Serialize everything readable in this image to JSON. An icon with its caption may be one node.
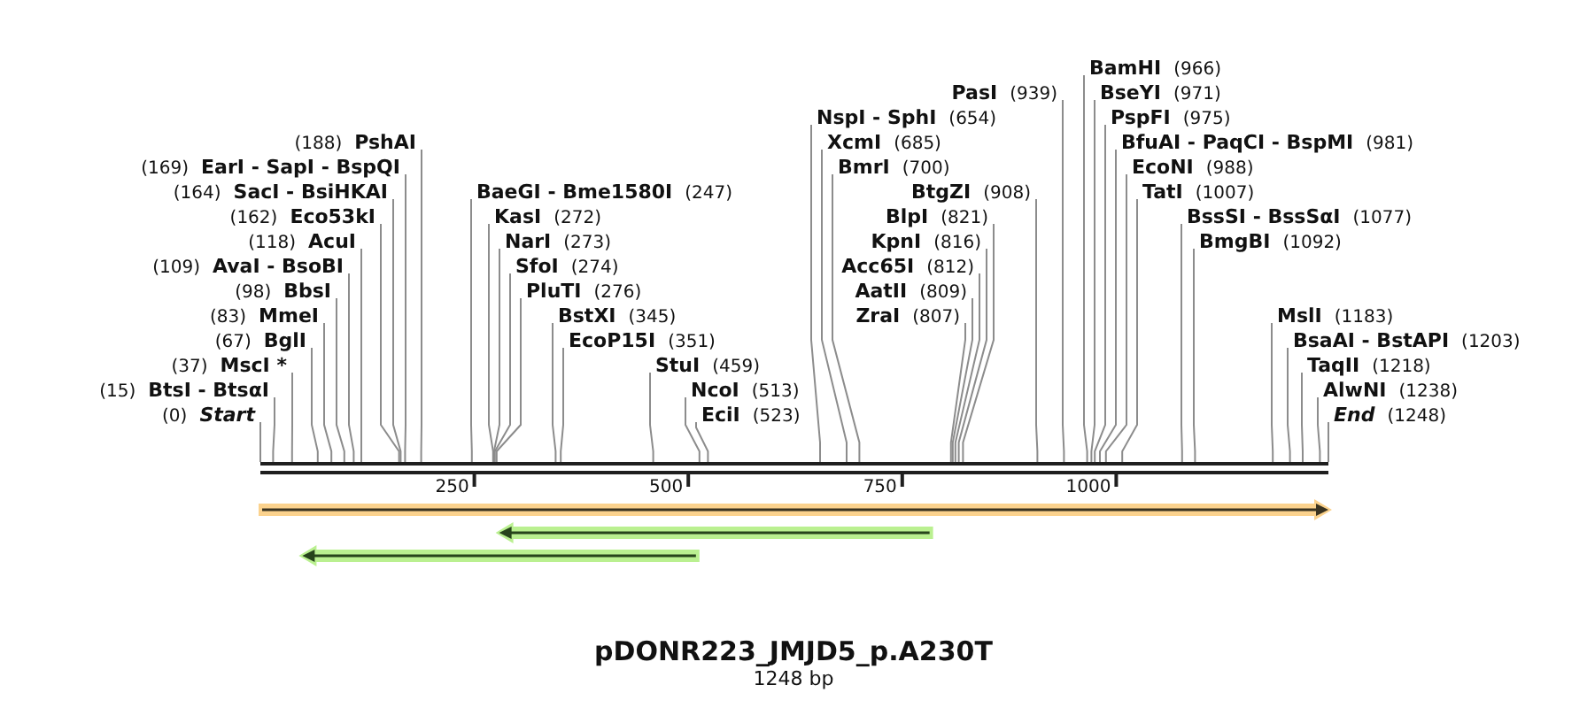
{
  "diagram": {
    "title": "pDONR223_JMJD5_p.A230T",
    "nodes": [
      {
        "text": [
          "(0)",
          "Start"
        ]
      },
      {
        "text": [
          "(15)",
          "BtsI - BtsαI"
        ]
      },
      {
        "text": [
          "(37)",
          "MscI *"
        ]
      },
      {
        "text": [
          "(67)",
          "BglI"
        ]
      },
      {
        "text": [
          "(83)",
          "MmeI"
        ]
      },
      {
        "text": [
          "(98)",
          "BbsI"
        ]
      },
      {
        "text": [
          "(109)",
          "AvaI - BsoBI"
        ]
      },
      {
        "text": [
          "(118)",
          "AcuI"
        ]
      },
      {
        "text": [
          "(162)",
          "Eco53kI"
        ]
      },
      {
        "text": [
          "(164)",
          "SacI - BsiHKAI"
        ]
      },
      {
        "text": [
          "(169)",
          "EarI - SapI - BspQI"
        ]
      },
      {
        "text": [
          "(188)",
          "PshAI"
        ]
      },
      {
        "text": [
          "BaeGI - Bme1580I",
          "(247)"
        ]
      },
      {
        "text": [
          "KasI",
          "(272)"
        ]
      },
      {
        "text": [
          "NarI",
          "(273)"
        ]
      },
      {
        "text": [
          "SfoI",
          "(274)"
        ]
      },
      {
        "text": [
          "PluTI",
          "(276)"
        ]
      },
      {
        "text": [
          "BstXI",
          "(345)"
        ]
      },
      {
        "text": [
          "EcoP15I",
          "(351)"
        ]
      },
      {
        "text": [
          "StuI",
          "(459)"
        ]
      },
      {
        "text": [
          "NcoI",
          "(513)"
        ]
      },
      {
        "text": [
          "EciI",
          "(523)"
        ]
      },
      {
        "text": [
          "NspI - SphI",
          "(654)"
        ]
      },
      {
        "text": [
          "XcmI",
          "(685)"
        ]
      },
      {
        "text": [
          "BmrI",
          "(700)"
        ]
      },
      {
        "text": [
          "ZraI",
          "(807)"
        ]
      },
      {
        "text": [
          "AatII",
          "(809)"
        ]
      },
      {
        "text": [
          "Acc65I",
          "(812)"
        ]
      },
      {
        "text": [
          "KpnI",
          "(816)"
        ]
      },
      {
        "text": [
          "BlpI",
          "(821)"
        ]
      },
      {
        "text": [
          "BtgZI",
          "(908)"
        ]
      },
      {
        "text": [
          "PasI",
          "(939)"
        ]
      },
      {
        "text": [
          "BamHI",
          "(966)"
        ]
      },
      {
        "text": [
          "BseYI",
          "(971)"
        ]
      },
      {
        "text": [
          "PspFI",
          "(975)"
        ]
      },
      {
        "text": [
          "BfuAI - PaqCI - BspMI",
          "(981)"
        ]
      },
      {
        "text": [
          "EcoNI",
          "(988)"
        ]
      },
      {
        "text": [
          "TatI",
          "(1007)"
        ]
      },
      {
        "text": [
          "BssSI - BssSαI",
          "(1077)"
        ]
      },
      {
        "text": [
          "BmgBI",
          "(1092)"
        ]
      },
      {
        "text": [
          "MslI",
          "(1183)"
        ]
      },
      {
        "text": [
          "BsaAI - BstAPI",
          "(1203)"
        ]
      },
      {
        "text": [
          "TaqII",
          "(1218)"
        ]
      },
      {
        "text": [
          "AlwNI",
          "(1238)"
        ]
      },
      {
        "text": [
          "End",
          "(1248)"
        ]
      },
      {
        "text": [],
        "shape": "bar"
      }
    ],
    "edges": [
      {
        "from": 0,
        "to": 45,
        "arrow": "none"
      },
      {
        "from": 1,
        "to": 45,
        "arrow": "none"
      },
      {
        "from": 2,
        "to": 45,
        "arrow": "none"
      },
      {
        "from": 3,
        "to": 45,
        "arrow": "none"
      },
      {
        "from": 4,
        "to": 45,
        "arrow": "none"
      },
      {
        "from": 5,
        "to": 45,
        "arrow": "none"
      },
      {
        "from": 6,
        "to": 45,
        "arrow": "none"
      },
      {
        "from": 7,
        "to": 45,
        "arrow": "none"
      },
      {
        "from": 8,
        "to": 45,
        "arrow": "none"
      },
      {
        "from": 9,
        "to": 45,
        "arrow": "none"
      },
      {
        "from": 10,
        "to": 45,
        "arrow": "none"
      },
      {
        "from": 11,
        "to": 45,
        "arrow": "none"
      },
      {
        "from": 12,
        "to": 45,
        "arrow": "none"
      },
      {
        "from": 13,
        "to": 45,
        "arrow": "none"
      },
      {
        "from": 14,
        "to": 45,
        "arrow": "none"
      },
      {
        "from": 15,
        "to": 45,
        "arrow": "none"
      },
      {
        "from": 16,
        "to": 45,
        "arrow": "none"
      },
      {
        "from": 17,
        "to": 45,
        "arrow": "none"
      },
      {
        "from": 18,
        "to": 45,
        "arrow": "none"
      },
      {
        "from": 19,
        "to": 45,
        "arrow": "none"
      },
      {
        "from": 20,
        "to": 45,
        "arrow": "none"
      },
      {
        "from": 21,
        "to": 45,
        "arrow": "none"
      },
      {
        "from": 22,
        "to": 45,
        "arrow": "none"
      },
      {
        "from": 23,
        "to": 45,
        "arrow": "none"
      },
      {
        "from": 24,
        "to": 45,
        "arrow": "none"
      },
      {
        "from": 25,
        "to": 45,
        "arrow": "none"
      },
      {
        "from": 26,
        "to": 45,
        "arrow": "none"
      },
      {
        "from": 27,
        "to": 45,
        "arrow": "none"
      },
      {
        "from": 28,
        "to": 45,
        "arrow": "none"
      },
      {
        "from": 29,
        "to": 45,
        "arrow": "none"
      },
      {
        "from": 30,
        "to": 45,
        "arrow": "none"
      },
      {
        "from": 31,
        "to": 45,
        "arrow": "none"
      },
      {
        "from": 32,
        "to": 45,
        "arrow": "none"
      },
      {
        "from": 33,
        "to": 45,
        "arrow": "none"
      },
      {
        "from": 34,
        "to": 45,
        "arrow": "none"
      },
      {
        "from": 35,
        "to": 45,
        "arrow": "none"
      },
      {
        "from": 36,
        "to": 45,
        "arrow": "none"
      },
      {
        "from": 37,
        "to": 45,
        "arrow": "none"
      },
      {
        "from": 38,
        "to": 45,
        "arrow": "none"
      },
      {
        "from": 39,
        "to": 45,
        "arrow": "none"
      },
      {
        "from": 40,
        "to": 45,
        "arrow": "none"
      },
      {
        "from": 41,
        "to": 45,
        "arrow": "none"
      },
      {
        "from": 42,
        "to": 45,
        "arrow": "none"
      },
      {
        "from": 43,
        "to": 45,
        "arrow": "none"
      },
      {
        "from": 44,
        "to": 45,
        "arrow": "none"
      }
    ],
    "labels": [
      "250",
      "500",
      "750",
      "1000",
      "1248 bp"
    ]
  }
}
